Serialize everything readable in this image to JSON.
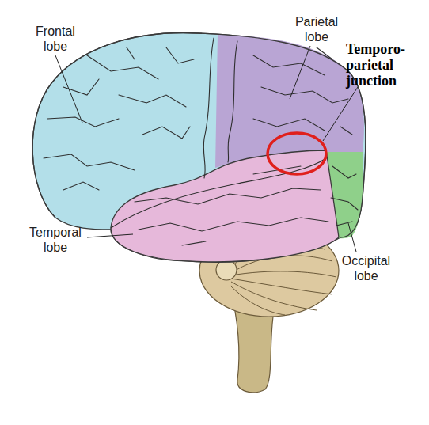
{
  "diagram": {
    "labels": [
      "Frontal lobe",
      "Parietal lobe",
      "Temporo-parietal junction",
      "Temporal lobe",
      "Occipital lobe"
    ]
  }
}
